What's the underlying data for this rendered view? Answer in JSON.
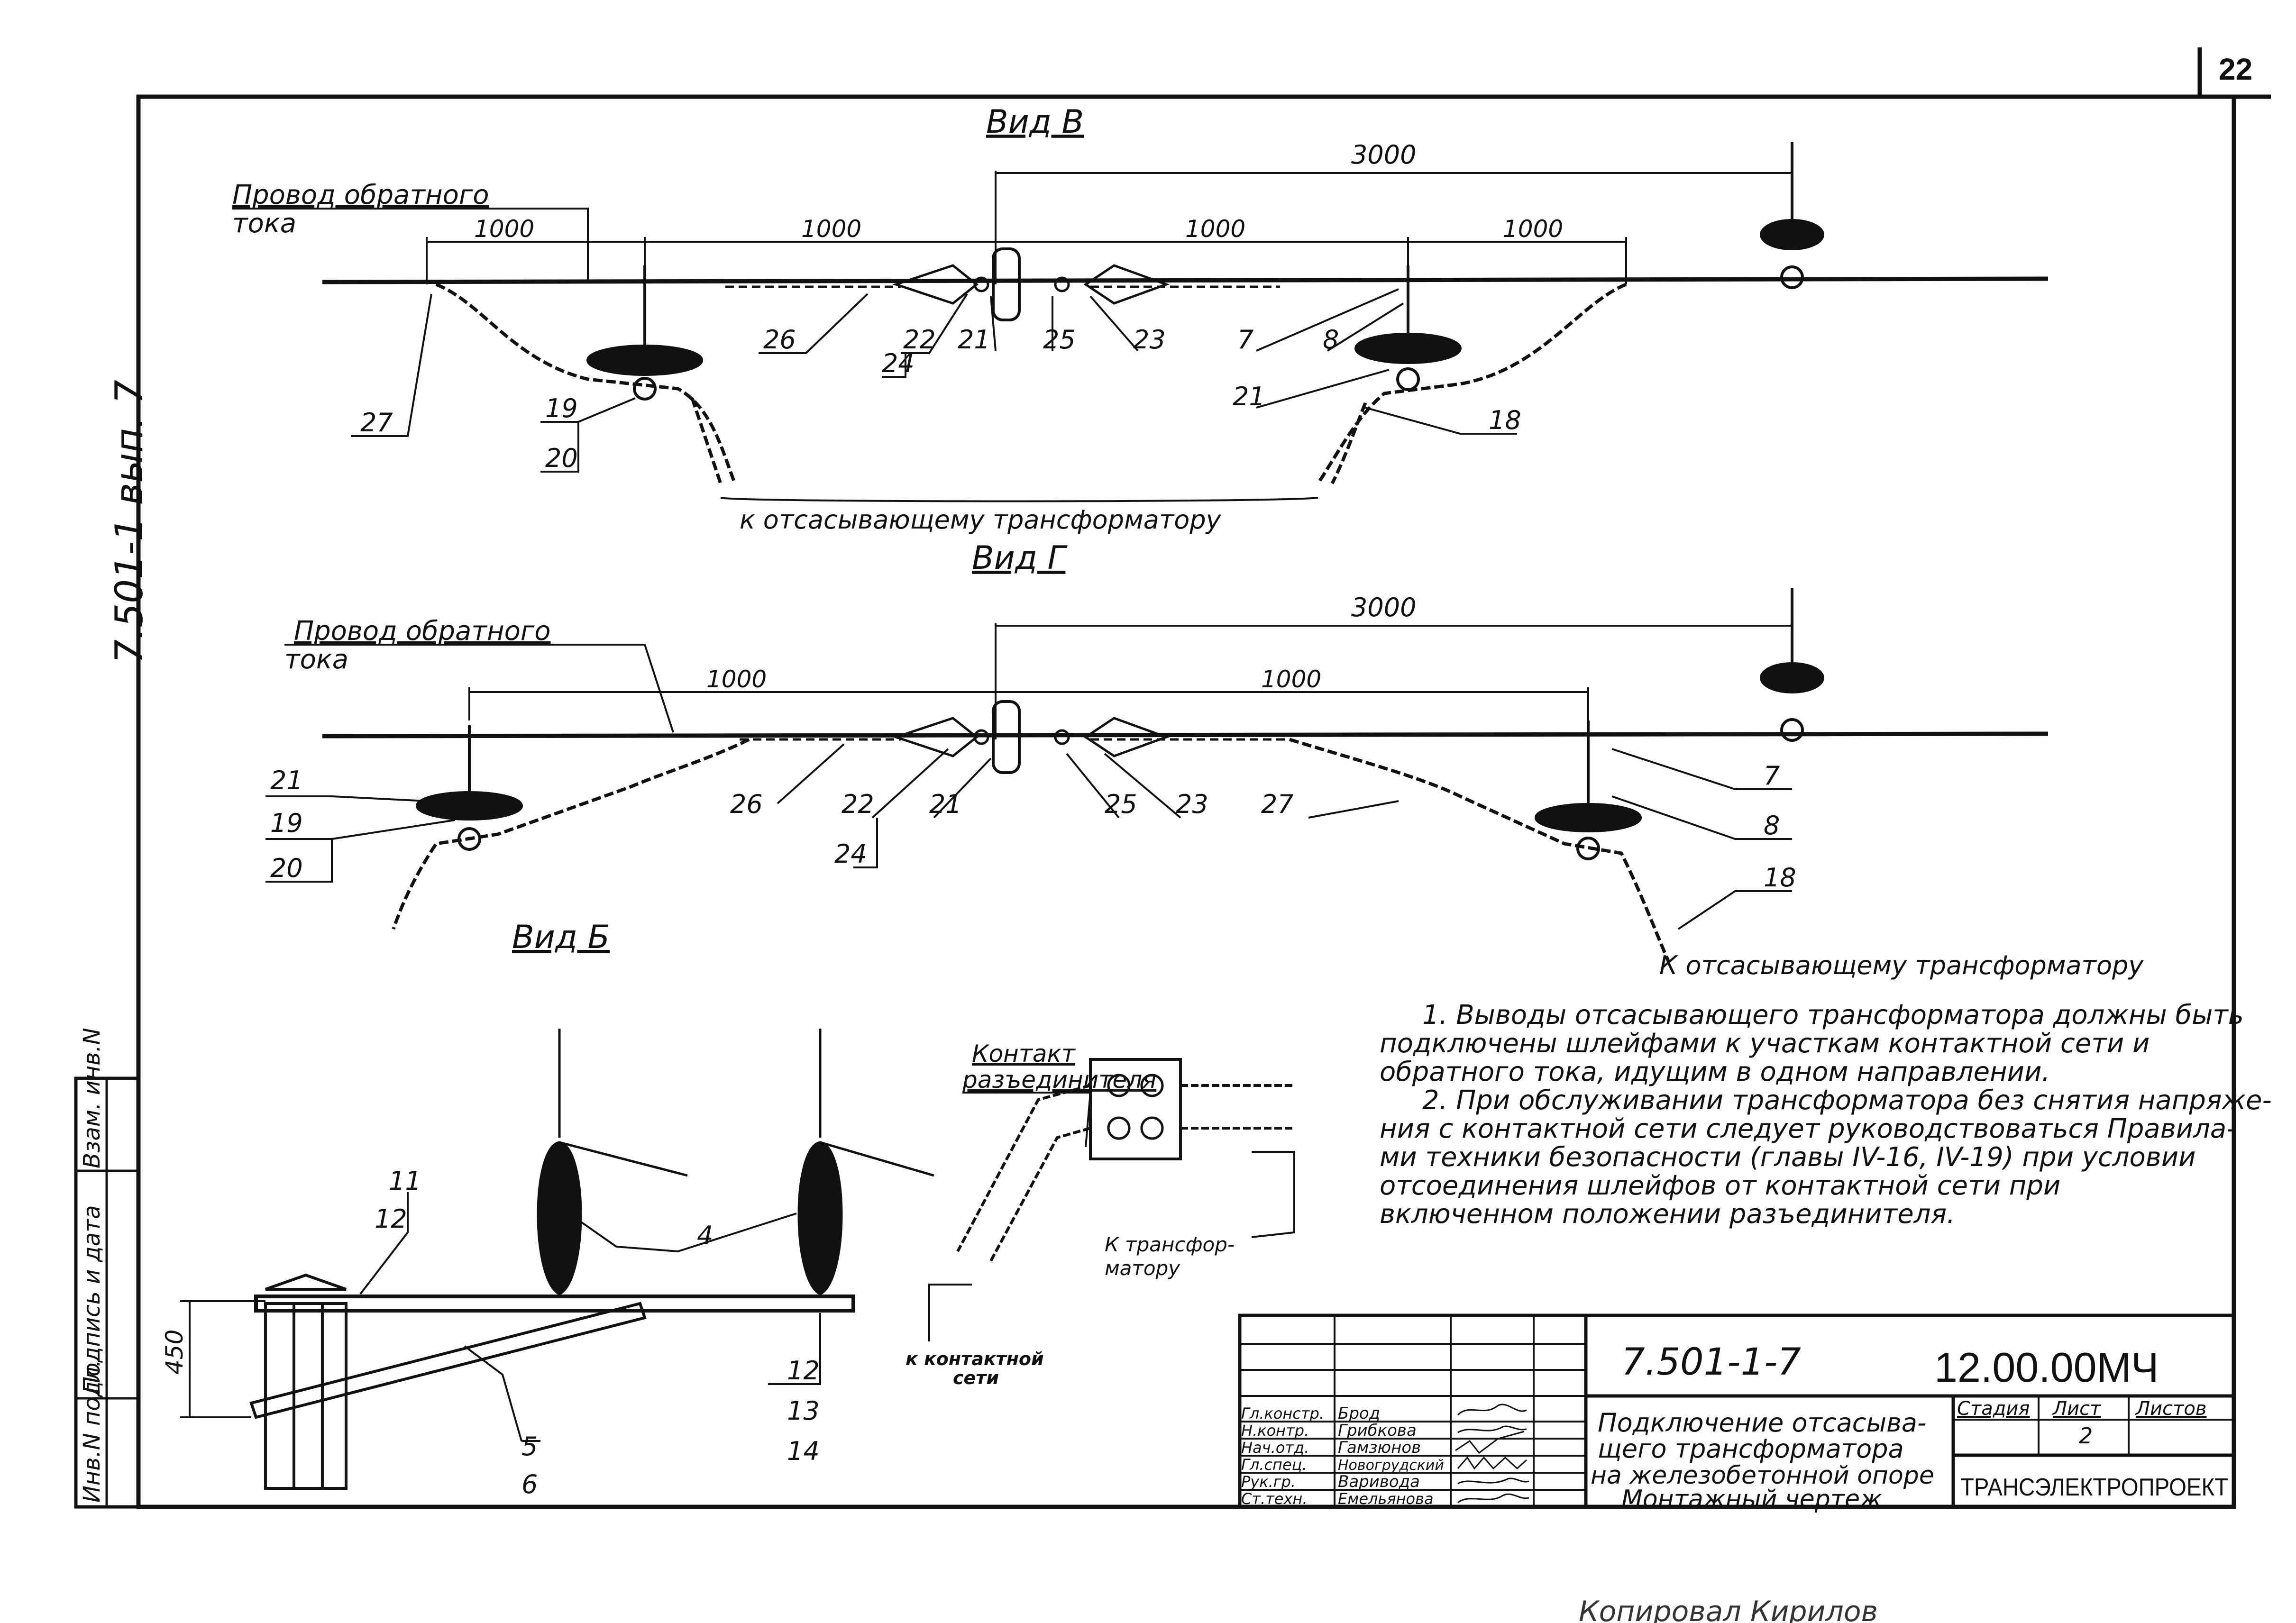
{
  "sheet": {
    "page_number": "22",
    "side_stamp": "7.501-1 вып. 7"
  },
  "vid_v": {
    "title": "Вид В",
    "wire_label_line1": "Провод обратного",
    "wire_label_line2": "тока",
    "dim_3000": "3000",
    "dims": [
      "1000",
      "1000",
      "1000",
      "1000"
    ],
    "callouts": [
      "27",
      "19",
      "20",
      "26",
      "22",
      "24",
      "21",
      "25",
      "23",
      "7",
      "8",
      "21",
      "18"
    ],
    "note_bottom": "к отсасывающему трансформатору"
  },
  "vid_g": {
    "title": "Вид Г",
    "wire_label_line1": "Провод обратного",
    "wire_label_line2": "тока",
    "dim_3000": "3000",
    "dims": [
      "1000",
      "1000"
    ],
    "callouts": [
      "21",
      "19",
      "20",
      "26",
      "22",
      "24",
      "21",
      "25",
      "23",
      "27",
      "7",
      "8",
      "18"
    ],
    "note_bottom": "К отсасывающему трансформатору"
  },
  "vid_b": {
    "title": "Вид Б",
    "callouts": [
      "11",
      "12",
      "4",
      "12",
      "13",
      "14",
      "5",
      "6"
    ],
    "dim_450": "450",
    "detail_label_line1": "Контакт",
    "detail_label_line2": "разъединителя",
    "to_transformer_line1": "К трансфор-",
    "to_transformer_line2": "матору",
    "to_network_line1": "к контактной",
    "to_network_line2": "сети"
  },
  "notes": [
    "1. Выводы отсасывающего трансформатора должны быть",
    "подключены шлейфами к участкам контактной сети и",
    "обратного тока, идущим в одном направлении.",
    "2. При обслуживании трансформатора без снятия напряже-",
    "ния с контактной сети следует руководствоваться Правила-",
    "ми техники безопасности (главы IV-16, IV-19) при условии",
    "отсоединения шлейфов от контактной сети при",
    "включенном положении разъединителя."
  ],
  "side_columns": [
    "Инв.N подл.",
    "Подпись и дата",
    "Взам. инв.N"
  ],
  "title_block": {
    "doc_code": "7.501-1-7",
    "doc_number": "12.00.00МЧ",
    "roles": [
      "Гл.констр.",
      "Н.контр.",
      "Нач.отд.",
      "Гл.спец.",
      "Рук.гр.",
      "Ст.техн."
    ],
    "names": [
      "Брод",
      "Грибкова",
      "Гамзюнов",
      "Новогрудский",
      "Варивода",
      "Емельянова"
    ],
    "title_lines": [
      "Подключение отсасыва-",
      "щего трансформатора",
      "на железобетонной опоре",
      "Монтажный чертеж"
    ],
    "stage_label": "Стадия",
    "sheet_label": "Лист",
    "sheets_label": "Листов",
    "sheet_value": "2",
    "company": "ТРАНСЭЛЕКТРОПРОЕКТ"
  },
  "footer_scrawl": "Копировал Кирилов"
}
